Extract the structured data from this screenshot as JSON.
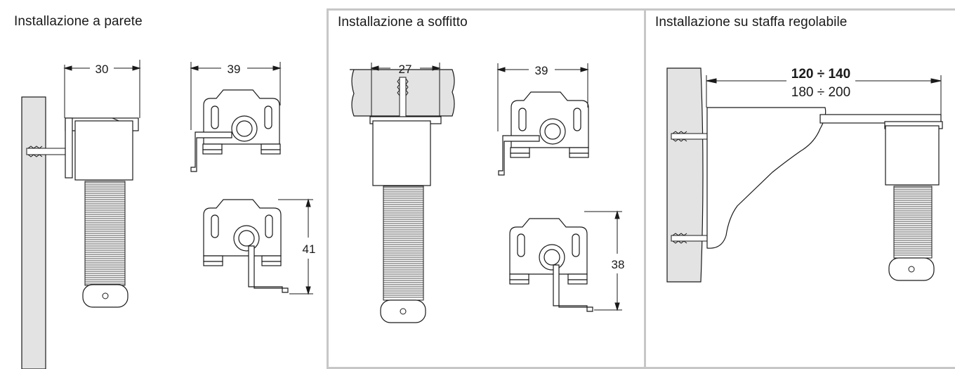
{
  "panels": [
    {
      "title": "Installazione a parete",
      "dimensions": {
        "bracket_depth": "30",
        "clip_width": "39",
        "clip_height": "41"
      }
    },
    {
      "title": "Installazione a soffitto",
      "dimensions": {
        "bracket_depth": "27",
        "clip_width": "39",
        "clip_height": "38"
      }
    },
    {
      "title": "Installazione su staffa regolabile",
      "dimensions": {
        "range_short": "120 ÷ 140",
        "range_long": "180 ÷ 200"
      }
    }
  ],
  "colors": {
    "wall_fill": "#e3e3e3",
    "panel_border": "#c7c7c7",
    "line": "#1a1a1a"
  }
}
